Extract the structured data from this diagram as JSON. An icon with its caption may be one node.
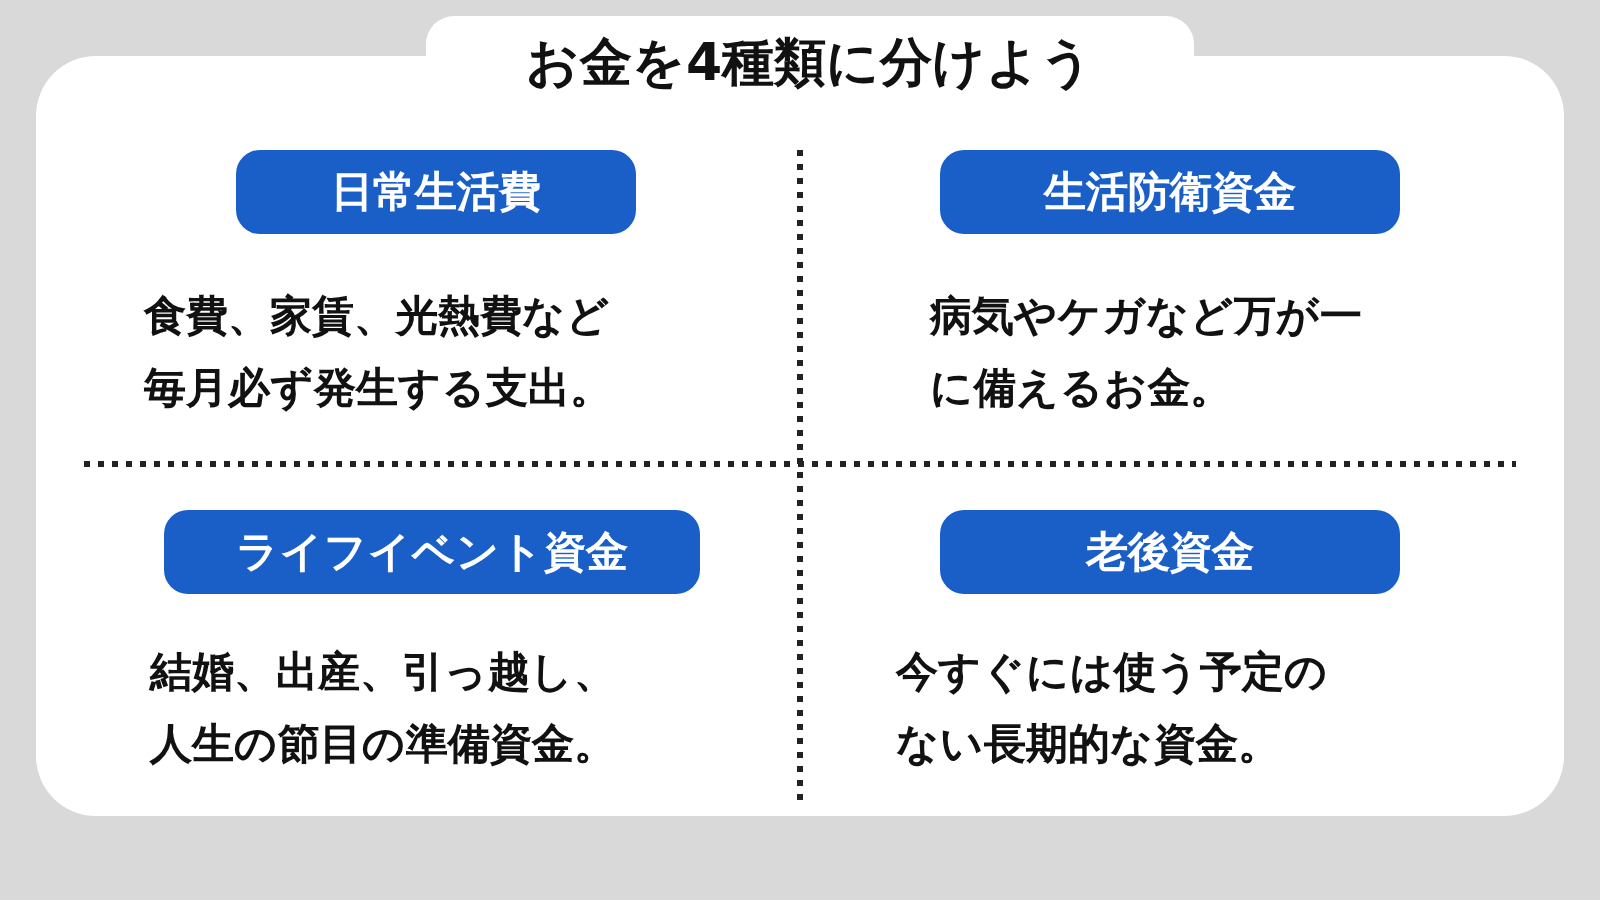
{
  "diagram": {
    "title": "お金を4種類に分けよう",
    "nodes": [
      {
        "text": [
          "日常生活費"
        ],
        "beside": [
          "食費、家賃、光熱費など毎月必ず発生する支出。"
        ]
      },
      {
        "text": [
          "生活防衛資金"
        ],
        "beside": [
          "病気やケガなど万が一に備えるお金。"
        ]
      },
      {
        "text": [
          "ライフイベント資金"
        ],
        "beside": [
          "結婚、出産、引っ越し、人生の節目の準備資金。"
        ]
      },
      {
        "text": [
          "老後資金"
        ],
        "beside": [
          "今すぐには使う予定のない長期的な資金。"
        ]
      }
    ]
  }
}
